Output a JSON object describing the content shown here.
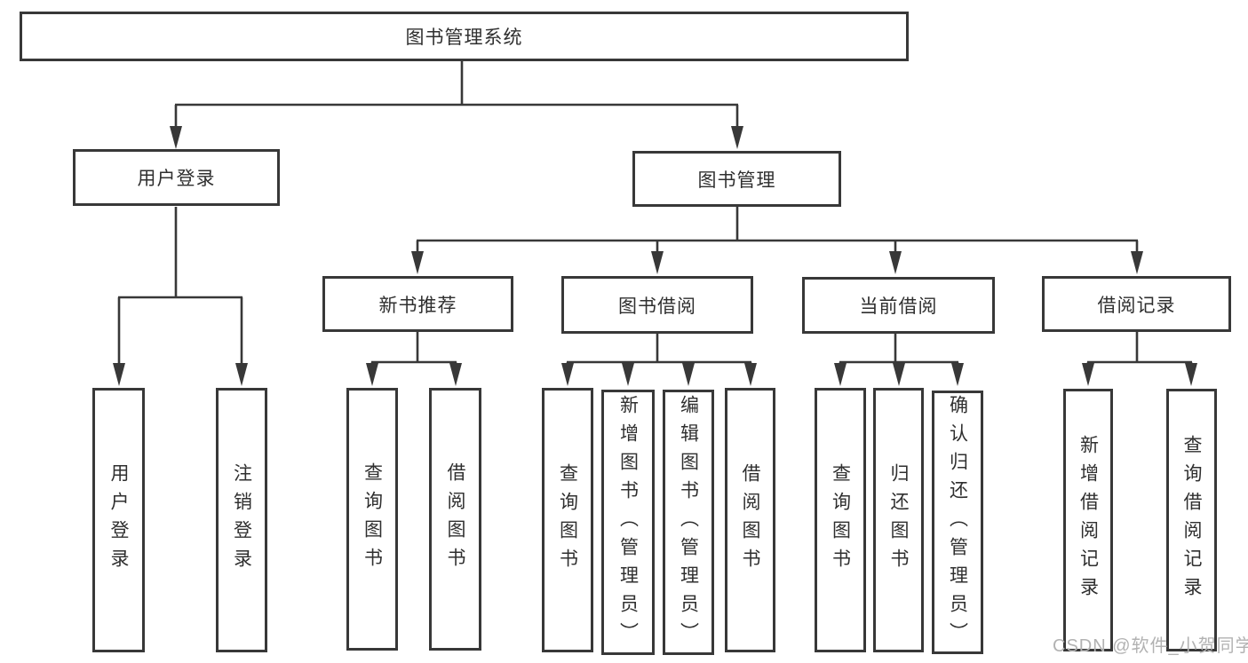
{
  "diagram": {
    "title": "图书管理系统",
    "root": {
      "label": "图书管理系统"
    },
    "branches": [
      {
        "label": "用户登录",
        "children": [
          {
            "label": "用户登录"
          },
          {
            "label": "注销登录"
          }
        ]
      },
      {
        "label": "图书管理",
        "children": [
          {
            "label": "新书推荐",
            "children": [
              {
                "label": "查询图书"
              },
              {
                "label": "借阅图书"
              }
            ]
          },
          {
            "label": "图书借阅",
            "children": [
              {
                "label": "查询图书"
              },
              {
                "label": "新增图书（管理员）"
              },
              {
                "label": "编辑图书（管理员）"
              },
              {
                "label": "借阅图书"
              }
            ]
          },
          {
            "label": "当前借阅",
            "children": [
              {
                "label": "查询图书"
              },
              {
                "label": "归还图书"
              },
              {
                "label": "确认归还（管理员）"
              }
            ]
          },
          {
            "label": "借阅记录",
            "children": [
              {
                "label": "新增借阅记录"
              },
              {
                "label": "查询借阅记录"
              }
            ]
          }
        ]
      }
    ]
  },
  "watermark": {
    "text": "CSDN @软件_小贺同学"
  },
  "colors": {
    "line": "#383838",
    "box_border": "#383838",
    "text": "#2f2f2f",
    "watermark": "#b2b2b2",
    "background": "#ffffff"
  }
}
